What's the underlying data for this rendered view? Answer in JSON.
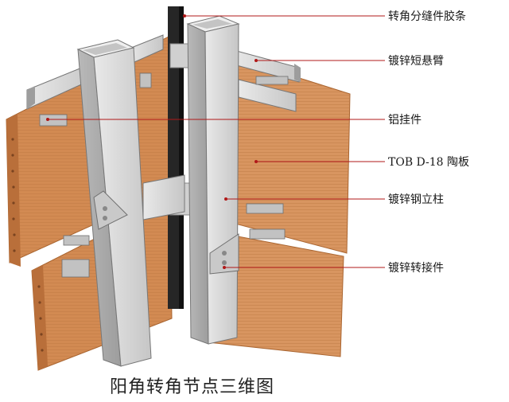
{
  "callouts": {
    "joint_sealant": "转角分缝件胶条",
    "short_arm": "镀锌短悬臂",
    "aluminum_hanger": "铝挂件",
    "ceramic_panel": "TOB D-18 陶板",
    "steel_column": "镀锌钢立柱",
    "adapter": "镀锌转接件"
  },
  "caption": "阳角转角节点三维图",
  "colors": {
    "panel": "#d28a52",
    "panel_dark": "#b96f3a",
    "steel": "#d8d8d8",
    "steel_shade": "#a9a9a9",
    "leader": "#b01818",
    "sealant": "#262626"
  }
}
